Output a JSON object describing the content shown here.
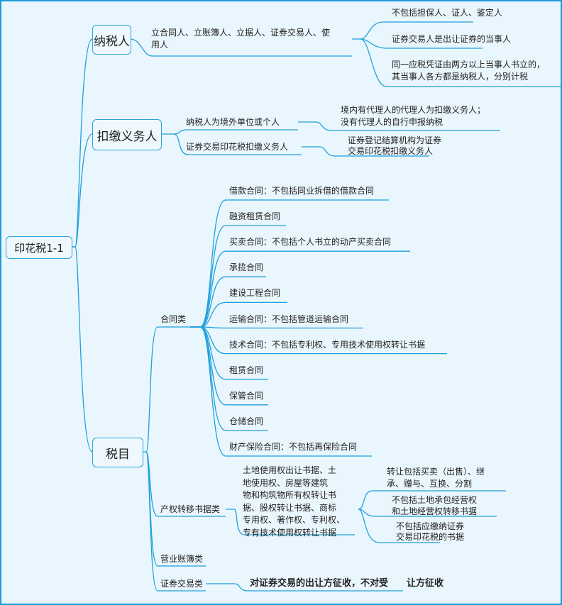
{
  "root": "印花税1-1",
  "taxpayer": {
    "label": "纳税人",
    "desc_line1": "立合同人、立账簿人、立据人、证券交易人、使",
    "desc_line2": "用人",
    "notes": [
      "不包括担保人、证人、鉴定人",
      "证券交易人是出让证券的当事人"
    ],
    "note3_line1": "同一应税凭证由两方以上当事人书立的，",
    "note3_line2": "其当事人各方都是纳税人，分别计税"
  },
  "withholding": {
    "label": "扣缴义务人",
    "item1": "纳税人为境外单位或个人",
    "item1_note_l1": "境内有代理人的代理人为扣缴义务人；",
    "item1_note_l2": "没有代理人的自行申报纳税",
    "item2": "证券交易印花税扣缴义务人",
    "item2_note_l1": "证券登记结算机构为证券",
    "item2_note_l2": "交易印花税扣缴义务人"
  },
  "items": {
    "label": "税目",
    "contract": {
      "label": "合同类",
      "list": [
        "借款合同：不包括同业拆借的借款合同",
        "融资租赁合同",
        "买卖合同：不包括个人书立的动产买卖合同",
        "承揽合同",
        "建设工程合同",
        "运输合同：不包括管道运输合同",
        "技术合同：不包括专利权、专用技术使用权转让书据",
        "租赁合同",
        "保管合同",
        "仓储合同",
        "财产保险合同：不包括再保险合同"
      ]
    },
    "transfer": {
      "label": "产权转移书据类",
      "desc": [
        "土地使用权出让书据、土",
        "地使用权、房屋等建筑",
        "物和构筑物所有权转让书",
        "据、股权转让书据、商标",
        "专用权、著作权、专利权、",
        "专有技术使用权转让书据"
      ],
      "n1": [
        "转让包括买卖（出售）、继",
        "承、赠与、互换、分割"
      ],
      "n2": [
        "不包括土地承包经营权",
        "和土地经营权转移书据"
      ],
      "n3": [
        "不包括应缴纳证券",
        "交易印花税的书据"
      ]
    },
    "ledger": {
      "label": "营业账簿类"
    },
    "securities": {
      "label": "证券交易类",
      "note": "对证券交易的出让方征收，不对受　　让方征收"
    }
  }
}
